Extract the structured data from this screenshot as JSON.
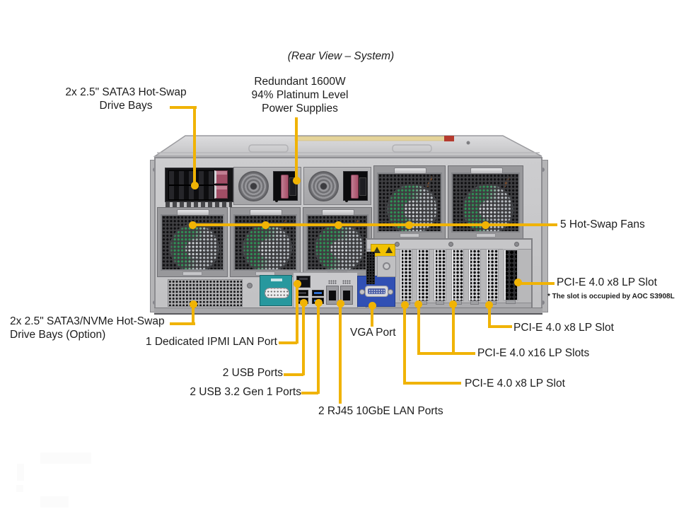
{
  "title": "(Rear View – System)",
  "labels": {
    "drive_bays": "2x 2.5\" SATA3 Hot-Swap\nDrive Bays",
    "psu": "Redundant 1600W\n94% Platinum Level\nPower Supplies",
    "fans": "5 Hot-Swap Fans",
    "pcie_x8_occupied": "PCI-E 4.0 x8 LP Slot",
    "pcie_occupied_note": "* The slot is occupied by AOC S3908L",
    "nvme_bays": "2x 2.5\" SATA3/NVMe Hot-Swap\nDrive Bays (Option)",
    "ipmi": "1 Dedicated IPMI LAN Port",
    "usb": "2 USB Ports",
    "usb3": "2 USB 3.2 Gen 1 Ports",
    "vga": "VGA Port",
    "lan": "2 RJ45 10GbE LAN Ports",
    "pcie_x8_mid": "PCI-E 4.0 x8 LP Slot",
    "pcie_x16": "PCI-E 4.0 x16 LP Slots",
    "pcie_x8_bottom": "PCI-E 4.0 x8 LP Slot"
  },
  "colors": {
    "callout": "#F0B305",
    "fan_green": "#2F9356",
    "vga_blue": "#3150B4",
    "usb3_blue": "#2F6FD0",
    "serial_teal": "#27989E",
    "warning_yellow": "#F2C200"
  }
}
